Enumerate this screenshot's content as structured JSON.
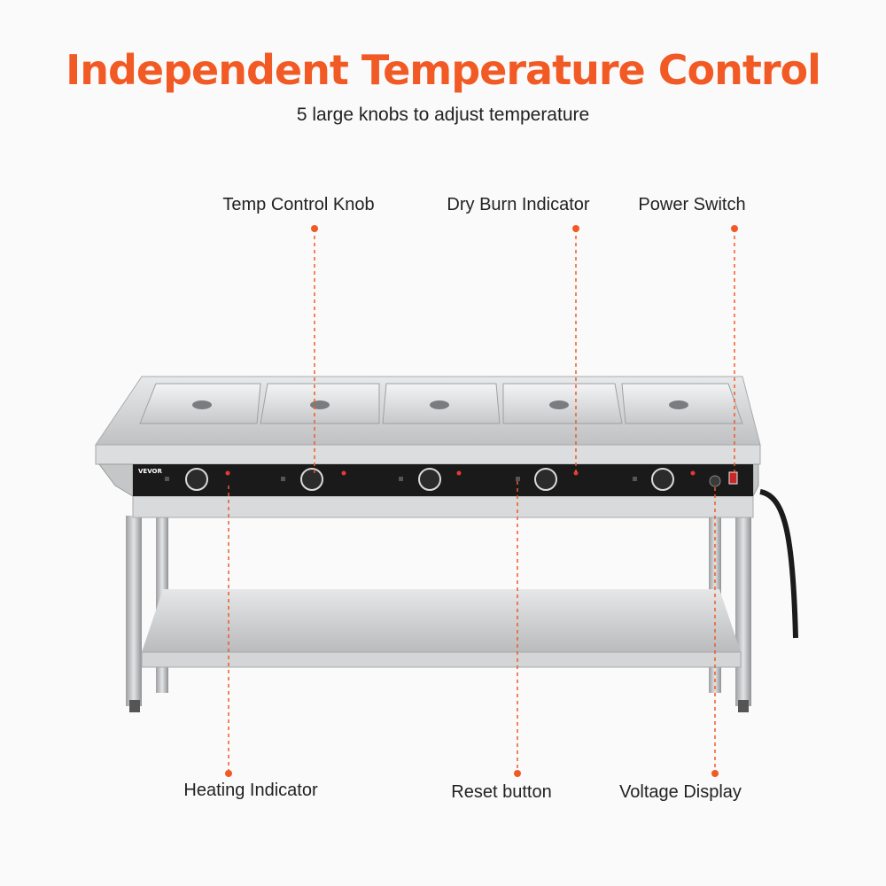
{
  "header": {
    "title": "Independent Temperature Control",
    "subtitle": "5 large knobs to adjust temperature"
  },
  "callouts": {
    "temp_control_knob": "Temp Control Knob",
    "dry_burn_indicator": "Dry Burn Indicator",
    "power_switch": "Power Switch",
    "heating_indicator": "Heating Indicator",
    "reset_button": "Reset button",
    "voltage_display": "Voltage Display"
  },
  "product": {
    "brand_logo": "VEVOR",
    "well_count": 5,
    "knob_count": 5
  },
  "colors": {
    "accent": "#f15a24",
    "steel": "#c9cacc",
    "panel": "#1a1a1a"
  }
}
